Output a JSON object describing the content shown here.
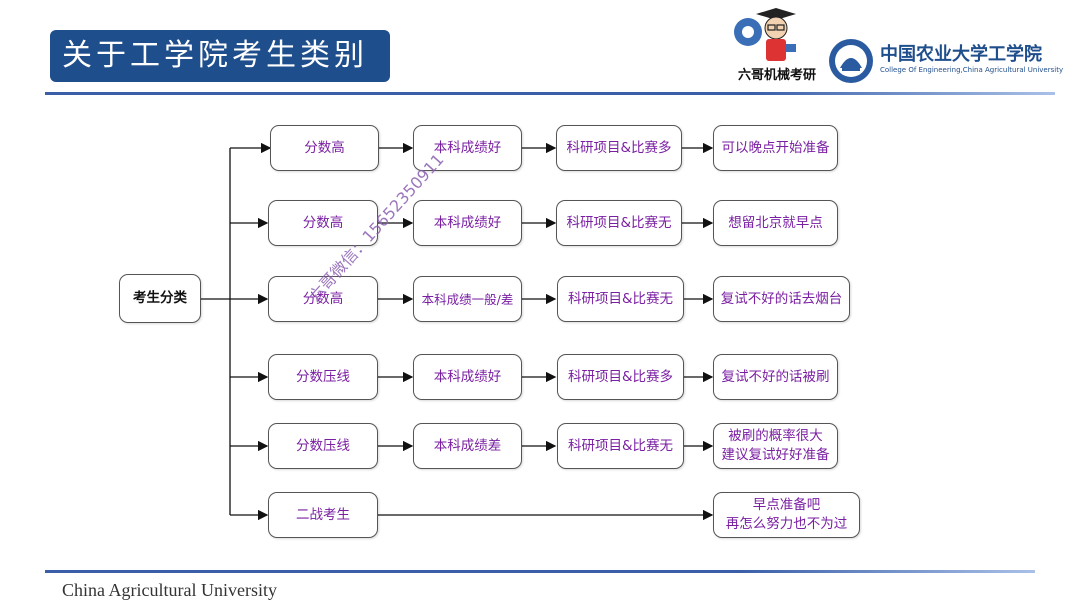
{
  "header": {
    "title": "关于工学院考生类别",
    "mascot_label": "六哥机械考研",
    "university_cn": "中国农业大学工学院",
    "university_en": "College Of Engineering,China Agricultural University"
  },
  "footer": {
    "text": "China Agricultural University"
  },
  "watermark": {
    "text": "六哥微信：15652350911"
  },
  "diagram": {
    "root": "考生分类",
    "rows": [
      {
        "score": "分数高",
        "grades": "本科成绩好",
        "research": "科研项目&比赛多",
        "outcome": "可以晚点开始准备"
      },
      {
        "score": "分数高",
        "grades": "本科成绩好",
        "research": "科研项目&比赛无",
        "outcome": "想留北京就早点"
      },
      {
        "score": "分数高",
        "grades": "本科成绩一般/差",
        "research": "科研项目&比赛无",
        "outcome": "复试不好的话去烟台"
      },
      {
        "score": "分数压线",
        "grades": "本科成绩好",
        "research": "科研项目&比赛多",
        "outcome": "复试不好的话被刷"
      },
      {
        "score": "分数压线",
        "grades": "本科成绩差",
        "research": "科研项目&比赛无",
        "outcome_line1": "被刷的概率很大",
        "outcome_line2": "建议复试好好准备"
      },
      {
        "score": "二战考生",
        "outcome_line1": "早点准备吧",
        "outcome_line2": "再怎么努力也不为过"
      }
    ]
  },
  "colors": {
    "title_bg": "#1f4e8c",
    "node_text": "#7a1fa2",
    "line": "#3a5fa8"
  }
}
